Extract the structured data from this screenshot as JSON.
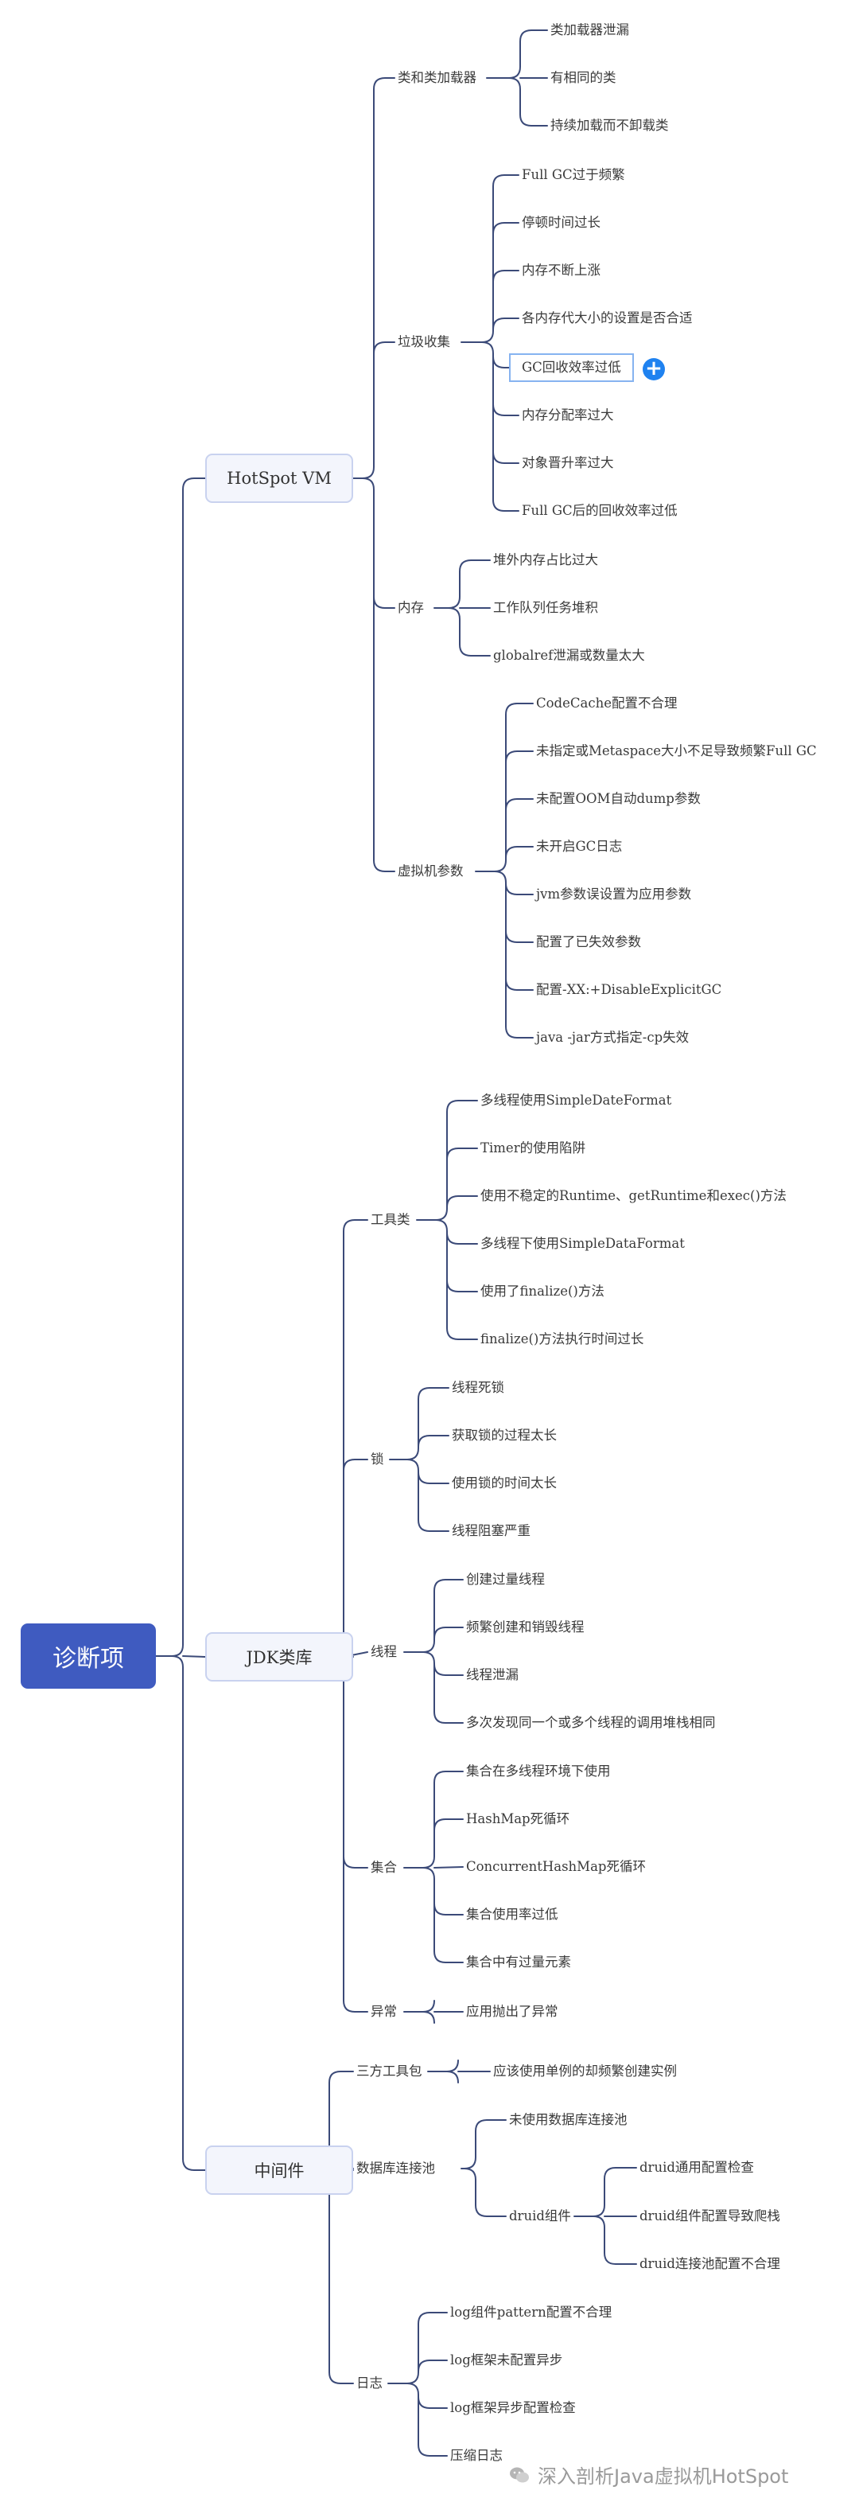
{
  "root": "诊断项",
  "groups": [
    {
      "label": "HotSpot VM",
      "children": [
        {
          "label": "类和类加载器",
          "items": [
            "类加载器泄漏",
            "有相同的类",
            "持续加载而不卸载类"
          ]
        },
        {
          "label": "垃圾收集",
          "items": [
            "Full GC过于频繁",
            "停顿时间过长",
            "内存不断上涨",
            "各内存代大小的设置是否合适",
            "GC回收效率过低",
            "内存分配率过大",
            "对象晋升率过大",
            "Full GC后的回收效率过低"
          ]
        },
        {
          "label": "内存",
          "items": [
            "堆外内存占比过大",
            "工作队列任务堆积",
            "globalref泄漏或数量太大"
          ]
        },
        {
          "label": "虚拟机参数",
          "items": [
            "CodeCache配置不合理",
            "未指定或Metaspace大小不足导致频繁Full GC",
            "未配置OOM自动dump参数",
            "未开启GC日志",
            "jvm参数误设置为应用参数",
            "配置了已失效参数",
            "配置-XX:+DisableExplicitGC",
            "java -jar方式指定-cp失效"
          ]
        }
      ]
    },
    {
      "label": "JDK类库",
      "children": [
        {
          "label": "工具类",
          "items": [
            "多线程使用SimpleDateFormat",
            "Timer的使用陷阱",
            "使用不稳定的Runtime、getRuntime和exec()方法",
            "多线程下使用SimpleDataFormat",
            "使用了finalize()方法",
            "finalize()方法执行时间过长"
          ]
        },
        {
          "label": "锁",
          "items": [
            "线程死锁",
            "获取锁的过程太长",
            "使用锁的时间太长",
            "线程阻塞严重"
          ]
        },
        {
          "label": "线程",
          "items": [
            "创建过量线程",
            "频繁创建和销毁线程",
            "线程泄漏",
            "多次发现同一个或多个线程的调用堆栈相同"
          ]
        },
        {
          "label": "集合",
          "items": [
            "集合在多线程环境下使用",
            "HashMap死循环",
            "ConcurrentHashMap死循环",
            "集合使用率过低",
            "集合中有过量元素"
          ]
        },
        {
          "label": "异常",
          "items": [
            "应用抛出了异常"
          ]
        }
      ]
    },
    {
      "label": "中间件",
      "children": [
        {
          "label": "三方工具包",
          "items": [
            "应该使用单例的却频繁创建实例"
          ]
        },
        {
          "label": "数据库连接池",
          "items": [
            "未使用数据库连接池"
          ],
          "sub": {
            "label": "druid组件",
            "items": [
              "druid通用配置检查",
              "druid组件配置导致爬栈",
              "druid连接池配置不合理"
            ]
          }
        },
        {
          "label": "日志",
          "items": [
            "log组件pattern配置不合理",
            "log框架未配置异步",
            "log框架异步配置检查",
            "压缩日志"
          ]
        }
      ]
    }
  ],
  "selected_item": "GC回收效率过低",
  "add_button_glyph": "+",
  "watermark": "深入剖析Java虚拟机HotSpot",
  "colors": {
    "root_bg": "#3f5bc0",
    "line": "#3b4a78",
    "l1_bg": "#f3f5fc",
    "l1_border": "#c9d2ef",
    "selection": "#86b3f0",
    "add_button": "#1f82f0"
  }
}
